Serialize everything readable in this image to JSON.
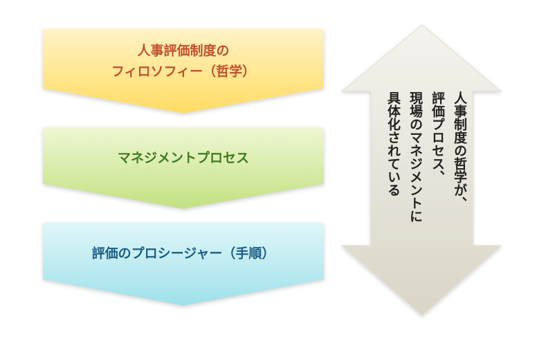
{
  "steps": [
    {
      "lines": [
        "人事評価制度の",
        "フィロソフィー（哲学）"
      ],
      "text_color": "#c1502e",
      "fill_top": "#fff2c6",
      "fill_bottom": "#ffdc63"
    },
    {
      "lines": [
        "マネジメントプロセス"
      ],
      "text_color": "#3f7a1e",
      "fill_top": "#eef7d3",
      "fill_bottom": "#c3e182"
    },
    {
      "lines": [
        "評価のプロシージャー（手順）"
      ],
      "text_color": "#1b5e84",
      "fill_top": "#dff6f8",
      "fill_bottom": "#9fe1ea"
    }
  ],
  "side_arrow": {
    "columns": [
      "人事制度の哲学が、",
      "評価プロセス、",
      "現場のマネジメントに",
      "具体化されている"
    ],
    "fill_top": "#f4f3ee",
    "fill_bottom": "#d9d5c7"
  }
}
